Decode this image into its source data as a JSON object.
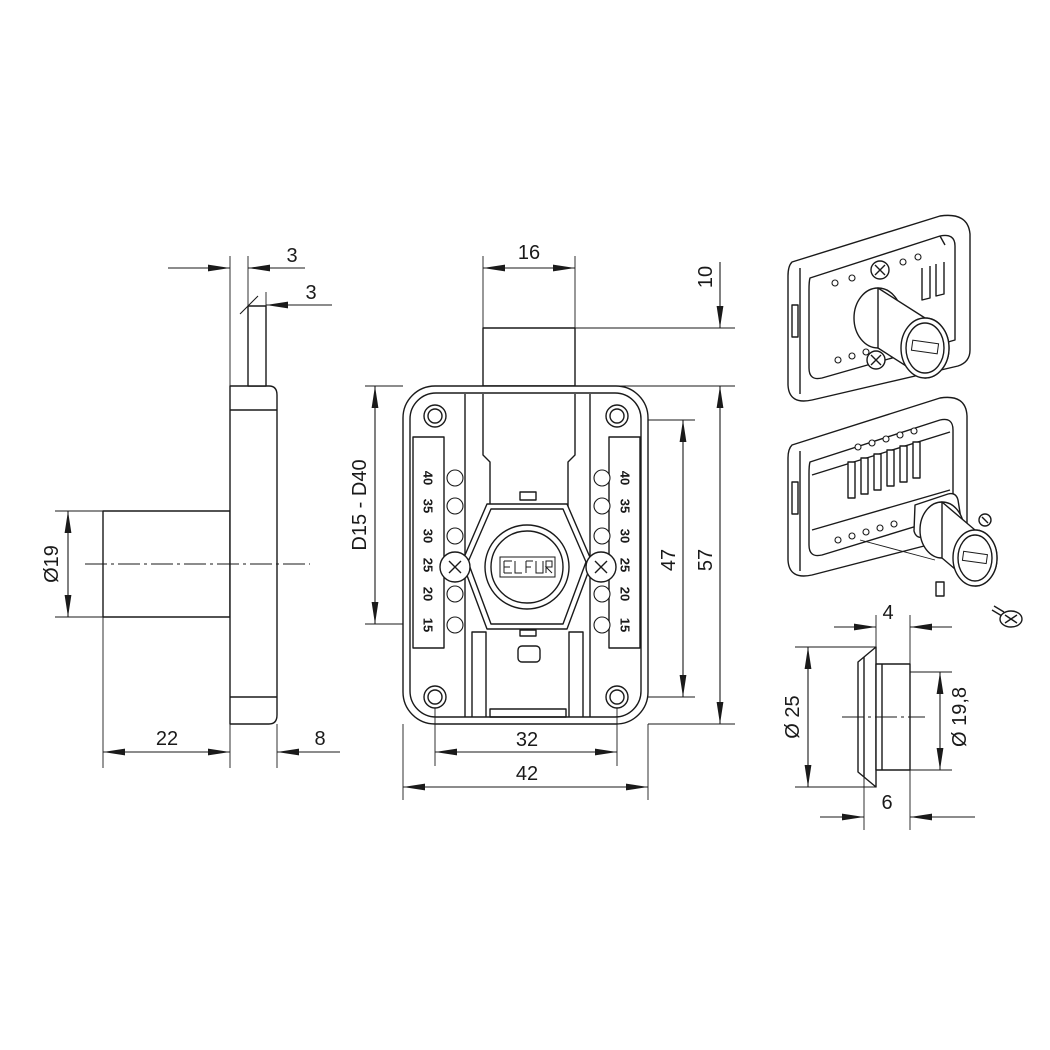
{
  "side_view": {
    "bolt_width": "3",
    "bolt_offset": "3",
    "cylinder_diameter": "Ø19",
    "cylinder_length": "22",
    "plate_thickness": "8"
  },
  "front_view": {
    "bolt_width": "16",
    "bolt_projection": "10",
    "backset_range": "D15 - D40",
    "inner_height": "47",
    "overall_height": "57",
    "hole_spacing": "32",
    "overall_width": "42",
    "scale_left": [
      "40",
      "35",
      "30",
      "25",
      "20",
      "15"
    ],
    "scale_right": [
      "40",
      "35",
      "30",
      "25",
      "20",
      "15"
    ]
  },
  "cylinder_view": {
    "flange_thickness": "4",
    "flange_diameter": "Ø 25",
    "body_diameter": "Ø 19,8",
    "flange_offset": "6"
  }
}
